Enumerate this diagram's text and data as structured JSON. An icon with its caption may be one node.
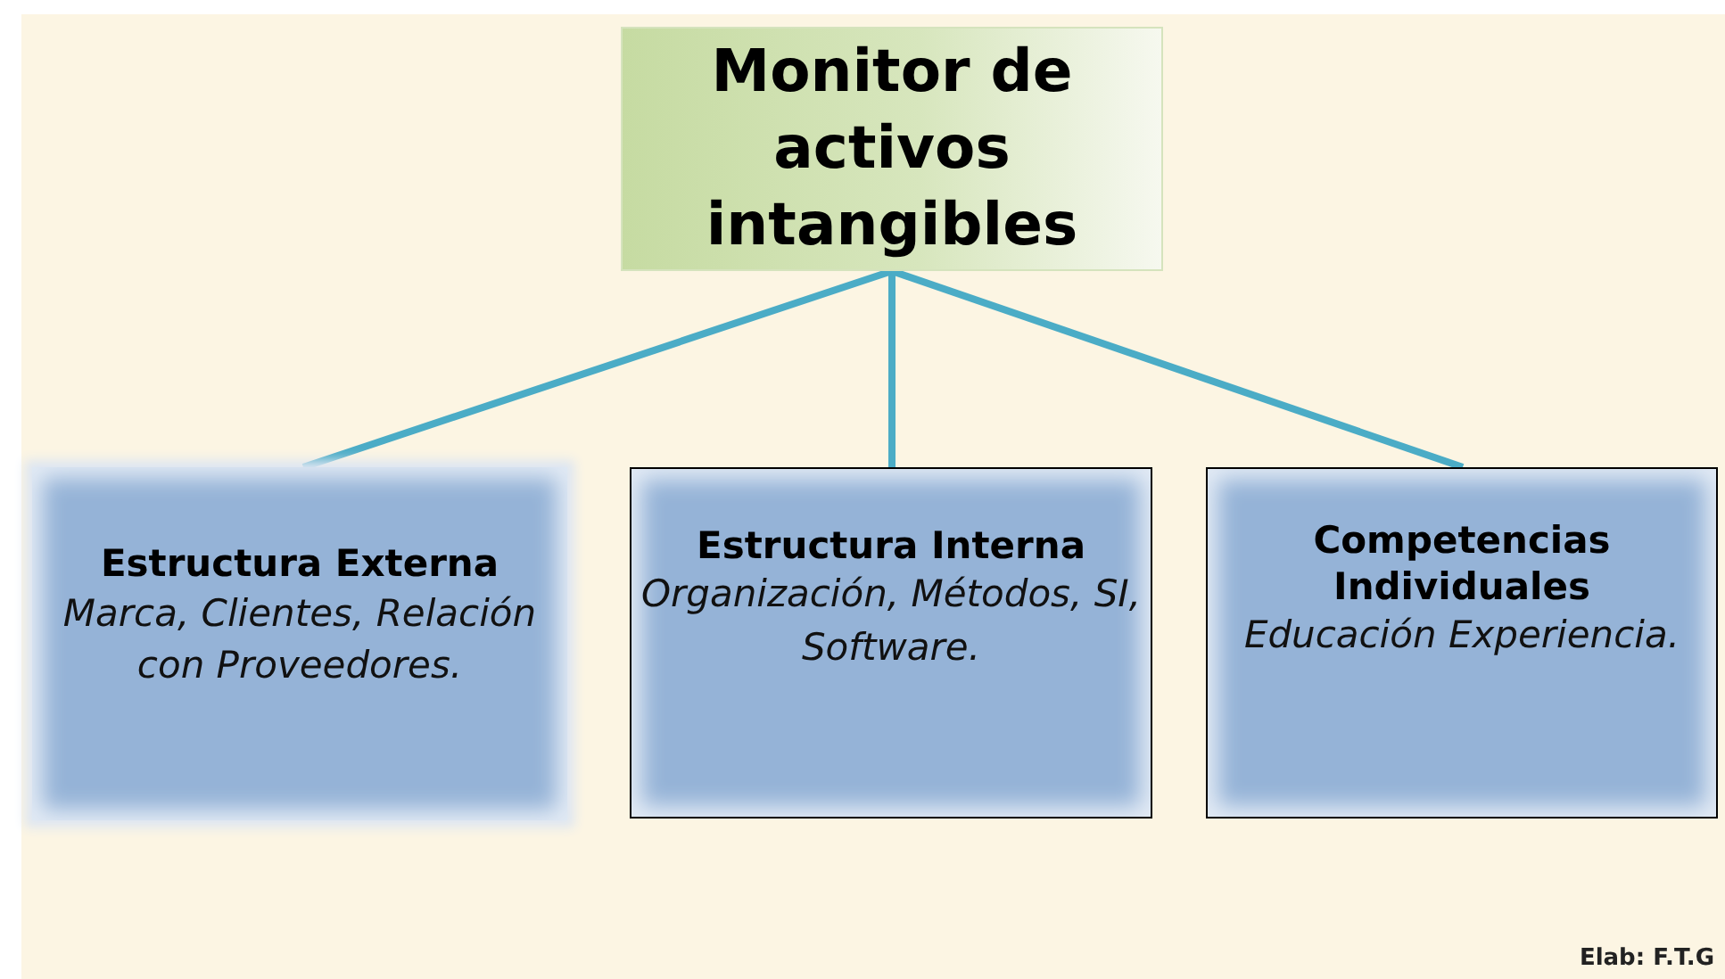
{
  "diagram": {
    "nodes": [
      {
        "text": [
          "Monitor de activos intangibles"
        ]
      },
      {
        "text": [
          "Estructura Externa",
          "Marca, Clientes, Relación con Proveedores."
        ]
      },
      {
        "text": [
          "Estructura Interna",
          "Organización, Métodos, SI, Software."
        ]
      },
      {
        "text": [
          "Competencias Individuales",
          "Educación Experiencia."
        ]
      }
    ],
    "edges": [
      {
        "from": 0,
        "to": 1,
        "arrow": "none"
      },
      {
        "from": 0,
        "to": 2,
        "arrow": "none"
      },
      {
        "from": 0,
        "to": 3,
        "arrow": "none"
      }
    ],
    "labels": [
      "Elab: F.T.G"
    ]
  }
}
